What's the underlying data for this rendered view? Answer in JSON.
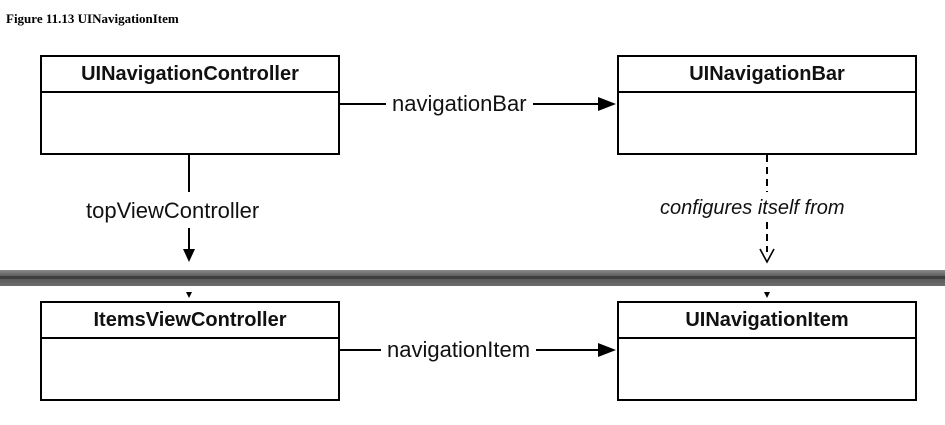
{
  "caption": "Figure 11.13  UINavigationItem",
  "boxes": {
    "nav_controller": "UINavigationController",
    "nav_bar": "UINavigationBar",
    "items_vc": "ItemsViewController",
    "nav_item": "UINavigationItem"
  },
  "relations": {
    "navigation_bar": "navigationBar",
    "top_view_controller": "topViewController",
    "configures": "configures itself from",
    "navigation_item": "navigationItem"
  }
}
